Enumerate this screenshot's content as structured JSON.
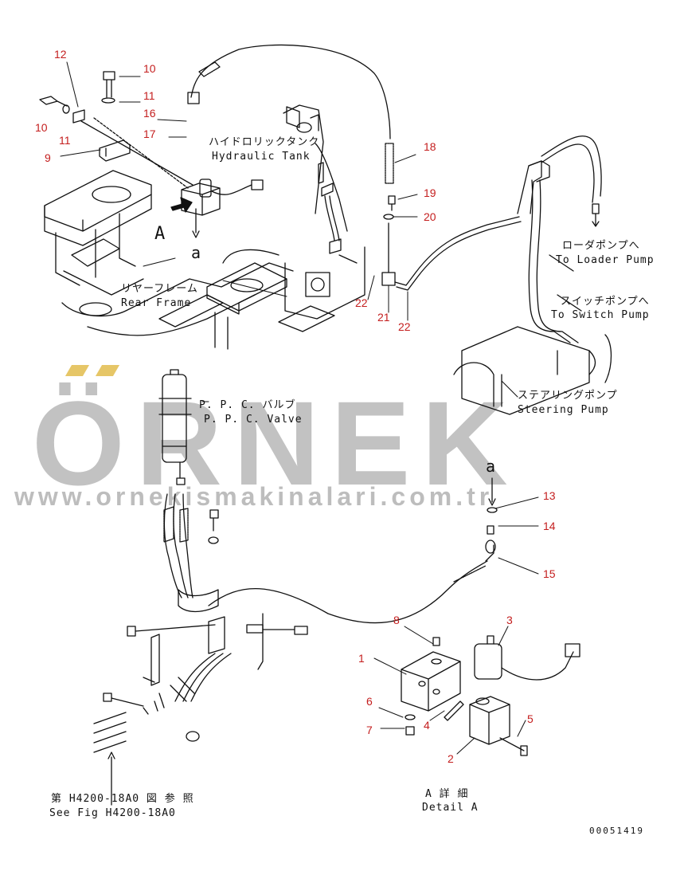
{
  "watermark": {
    "brand": "ÖRNEK",
    "url": "www.ornekismakinalari.com.tr",
    "brand_color": "#c2c2c2",
    "accent_color": "#e6c667"
  },
  "labels": {
    "hydraulic_tank_jp": "ハイドロリックタンク",
    "hydraulic_tank_en": "Hydraulic Tank",
    "loader_pump_jp": "ローダポンプへ",
    "loader_pump_en": "To Loader Pump",
    "switch_pump_jp": "スイッチポンプへ",
    "switch_pump_en": "To Switch Pump",
    "rear_frame_jp": "リヤーフレーム",
    "rear_frame_en": "Rear Frame",
    "steering_pump_jp": "ステアリングポンプ",
    "steering_pump_en": "Steering Pump",
    "ppc_valve_jp": "P. P. C. バルブ",
    "ppc_valve_en": "P. P. C. Valve",
    "view_a": "A",
    "ref_a_top": "a",
    "ref_a_bottom": "a",
    "detail_jp": "A 詳 細",
    "detail_en": "Detail A",
    "see_fig_jp": "第 H4200-18A0 図 参 照",
    "see_fig_en": "See Fig H4200-18A0",
    "figure_code": "00051419"
  },
  "callouts": {
    "c12": "12",
    "c10a": "10",
    "c11a": "11",
    "c16": "16",
    "c17": "17",
    "c10b": "10",
    "c11b": "11",
    "c9": "9",
    "c18": "18",
    "c19": "19",
    "c20": "20",
    "c22a": "22",
    "c21": "21",
    "c22b": "22",
    "c13": "13",
    "c14": "14",
    "c15": "15",
    "c8": "8",
    "c3": "3",
    "c1": "1",
    "c6": "6",
    "c7": "7",
    "c4": "4",
    "c5": "5",
    "c2": "2"
  }
}
